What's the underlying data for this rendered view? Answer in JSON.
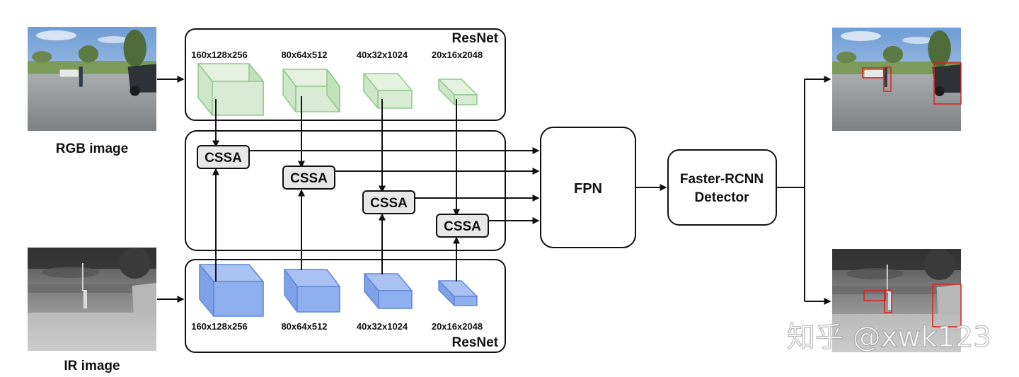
{
  "inputs": {
    "rgb_label": "RGB image",
    "ir_label": "IR image"
  },
  "backbones": {
    "top_label": "ResNet",
    "bottom_label": "ResNet",
    "stages": [
      {
        "dims": "160x128x256"
      },
      {
        "dims": "80x64x512"
      },
      {
        "dims": "40x32x1024"
      },
      {
        "dims": "20x16x2048"
      }
    ]
  },
  "fusion": {
    "label": "CSSA"
  },
  "fpn": {
    "label": "FPN"
  },
  "detector": {
    "line1": "Faster-RCNN",
    "line2": "Detector"
  },
  "watermark": "知乎 @xwk123",
  "colors": {
    "rgb_feature_fill": "#d7ecd2",
    "rgb_feature_stroke": "#8fc98a",
    "ir_feature_fill": "#8fb0ef",
    "ir_feature_stroke": "#5f86d8",
    "cssa_fill": "#e8e8e8"
  }
}
